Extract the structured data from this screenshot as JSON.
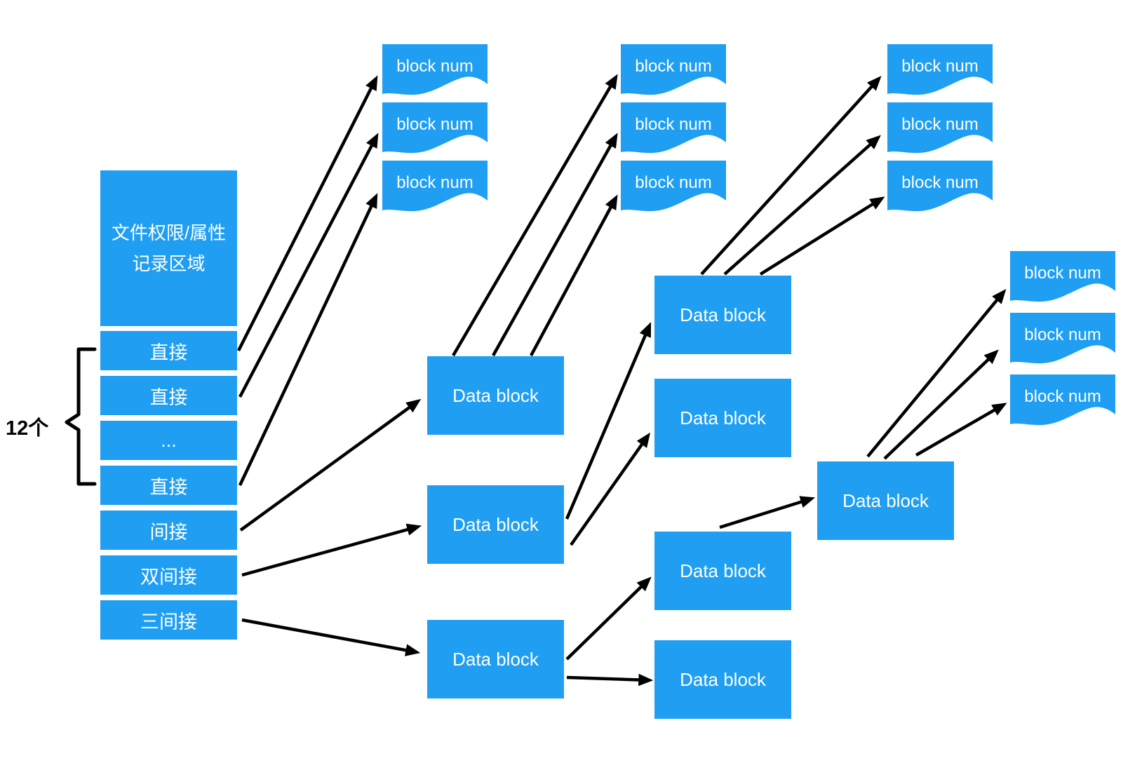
{
  "labels": {
    "block_num": "block num",
    "data_block": "Data block"
  },
  "inode": {
    "attr_line1": "文件权限/属性",
    "attr_line2": "记录区域",
    "count_label": "12个",
    "rows": [
      {
        "id": "direct-1",
        "label": "直接"
      },
      {
        "id": "direct-2",
        "label": "直接"
      },
      {
        "id": "ellipsis",
        "label": "..."
      },
      {
        "id": "direct-3",
        "label": "直接"
      },
      {
        "id": "indirect",
        "label": "间接"
      },
      {
        "id": "double-indirect",
        "label": "双间接"
      },
      {
        "id": "triple-indirect",
        "label": "三间接"
      }
    ]
  },
  "colors": {
    "block_fill": "#1F9EF2",
    "block_text": "#FFFFFF",
    "arrow": "#000000",
    "count_text": "#000000",
    "background": "#FFFFFF"
  }
}
